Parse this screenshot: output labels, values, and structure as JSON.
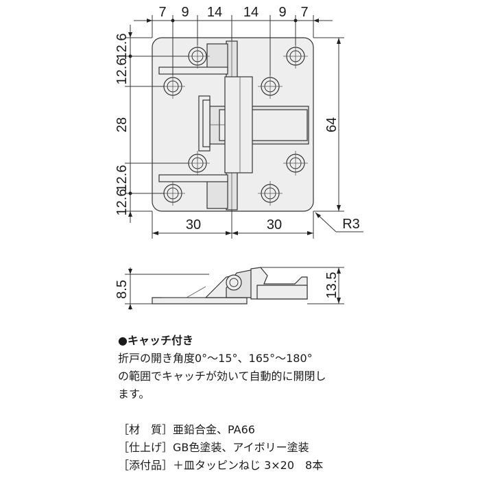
{
  "top_view": {
    "top_dims": [
      "7",
      "9",
      "14",
      "14",
      "9",
      "7"
    ],
    "left_dims": [
      "12.6",
      "12.6",
      "28",
      "12.6",
      "12.6"
    ],
    "right_dim": "64",
    "bottom_dims": [
      "30",
      "30"
    ],
    "radius_label": "R3"
  },
  "side_view": {
    "left_dim": "8.5",
    "right_dim": "13.5"
  },
  "info": {
    "heading": "●キャッチ付き",
    "description": [
      "折戸の開き角度0°～15°、165°～180°",
      "の範囲でキャッチが効いて自動的に開閉し",
      "ます。"
    ],
    "specs": [
      "［材　質］亜鉛合金、PA66",
      "［仕上げ］GB色塗装、アイボリー塗装",
      "［添付品］＋皿タッピンねじ 3×20　8本"
    ]
  }
}
